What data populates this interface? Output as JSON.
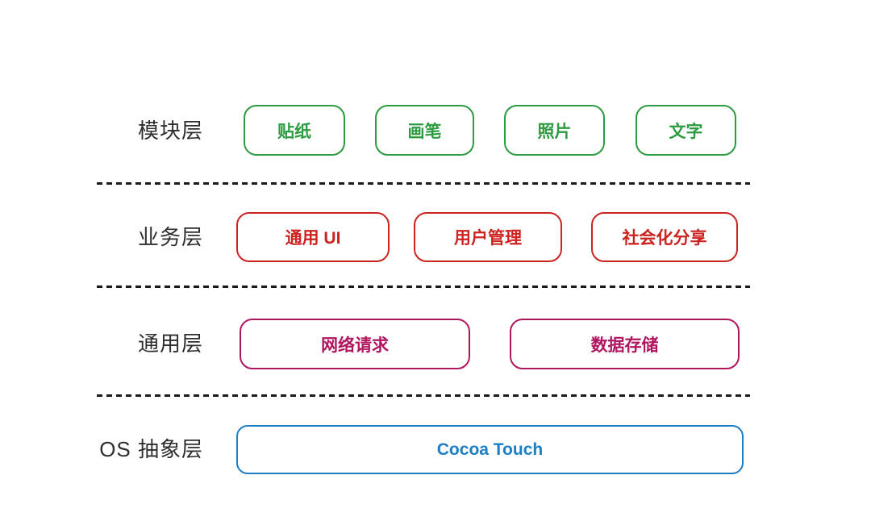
{
  "diagram": {
    "background": "#ffffff",
    "label_color": "#2e2e2e",
    "divider_color": "#1a1a1a",
    "divider_style": "dashed",
    "layers": [
      {
        "label": "模块层",
        "color": "#2d9b41",
        "boxes": [
          {
            "label": "贴纸"
          },
          {
            "label": "画笔"
          },
          {
            "label": "照片"
          },
          {
            "label": "文字"
          }
        ]
      },
      {
        "label": "业务层",
        "color": "#cc2320",
        "boxes": [
          {
            "label": "通用 UI"
          },
          {
            "label": "用户管理"
          },
          {
            "label": "社会化分享"
          }
        ]
      },
      {
        "label": "通用层",
        "color": "#b0165f",
        "boxes": [
          {
            "label": "网络请求"
          },
          {
            "label": "数据存储"
          }
        ]
      },
      {
        "label": "OS 抽象层",
        "color": "#1c7ec4",
        "boxes": [
          {
            "label": "Cocoa Touch"
          }
        ]
      }
    ]
  }
}
